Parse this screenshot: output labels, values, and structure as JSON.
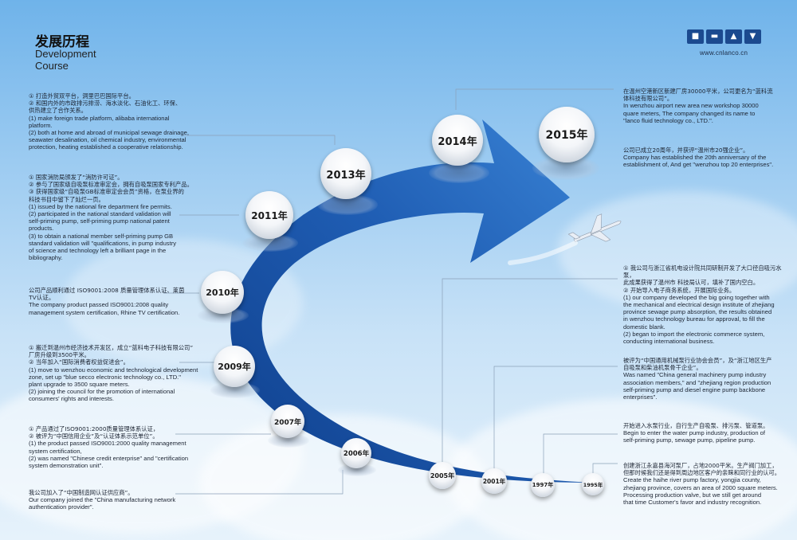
{
  "header": {
    "title_cn": "发展历程",
    "title_en_line1": "Development",
    "title_en_line2": "Course",
    "url": "www.cnlanco.cn",
    "logo_icons": [
      "pump-icon",
      "motor-icon",
      "valve-icon",
      "pipe-icon"
    ]
  },
  "years": [
    "2015年",
    "2014年",
    "2013年",
    "2011年",
    "2010年",
    "2009年",
    "2007年",
    "2006年",
    "2005年",
    "2001年",
    "1997年",
    "1995年"
  ],
  "colors": {
    "arrow": "#1f5db3",
    "arrow_light": "#3a84d6",
    "leader_line": "#8aa0b8"
  },
  "notes_left": [
    {
      "lines": [
        "① 打造外贸双平台，洞里巴巴国际平台。",
        "② 和国内外的市政排污排涝、海水淡化、石油化工、环保、",
        "    供热建立了合作关系。",
        "(1) make foreign trade platform, alibaba international",
        "     platform.",
        "(2) both at home and abroad of municipal sewage drainage,",
        "     seawater desalination, oil chemical industry, environmental",
        "     protection, heating established a cooperative relationship."
      ]
    },
    {
      "lines": [
        "① 国家消防局颁发了“消防许可证”。",
        "② 参与了国家级自吸泵标准审定会，拥有自吸泵国家专利产品。",
        "③ 获得国家级“自吸泵GB标准审定会会员”资格，在泵业界的",
        "    科技书目中留下了灿烂一页。",
        "(1) issued by the national fire department fire permits.",
        "(2) participated in the national standard validation will",
        "     self-priming pump, self-priming pump national patent",
        "     products.",
        "(3) to obtain a national member self-priming pump GB",
        "     standard validation will \"qualifications, in pump industry",
        "     of science and technology left a brilliant page in the",
        "     bibliography."
      ]
    },
    {
      "lines": [
        "公司产品顺利通过 ISO9001:2008 质量管理体系认证、莱茵",
        "TV认证。",
        "The company product passed ISO9001:2008 quality",
        "management system certification, Rhine TV certification."
      ]
    },
    {
      "lines": [
        "① 搬迁到温州市经济技术开发区，成立“蓝科电子科技有限公司”",
        "    厂房升级到3500平米。",
        "② 当年加入“国际消费者权益促进会”。",
        "(1) move to wenzhou economic and technological development",
        "     zone, set up \"blue secco electronic technology co., LTD.\"",
        "     plant upgrade to 3500 square meters.",
        "(2) joining the council for the promotion of international",
        "     consumers' rights and interests."
      ]
    },
    {
      "lines": [
        "① 产品通过了ISO9001:2000质量管理体系认证，",
        "② 被评为“中国信用企业”及“认证体系示范单位”。",
        "(1) the product passed ISO9001:2000 quality management",
        "     system certification,",
        "(2) was named \"Chinese credit enterprise\" and \"certification",
        "     system demonstration unit\"."
      ]
    },
    {
      "lines": [
        "我公司加入了“中国制造网认证供应商”。",
        "Our company joined the \"China manufacturing network",
        "authentication provider\"."
      ]
    }
  ],
  "notes_right": [
    {
      "lines": [
        "在温州空港新区新建厂房30000平米，公司更名为“蓝科流",
        "体科技有限公司”。",
        "In wenzhou airport new area new workshop 30000",
        "quare meters, The company changed its name to",
        "\"lanco fluid technology co., LTD.\"."
      ]
    },
    {
      "lines": [
        "公司已成立20周年，并获评“温州市20强企业”。",
        "Company has established the 20th anniversary of the",
        "establishment of, And get \"wenzhou top 20 enterprises\"."
      ]
    },
    {
      "lines": [
        "① 我公司与浙江省机电设计院共同研制开发了大口径自吸污水泵，",
        "    此成果获得了温州市 科技局认可，填补了国内空白。",
        "② 开始导入电子商务系统，开展国际业务。",
        "(1) our company developed the big going together with",
        "     the mechanical and electrical design institute of zhejiang",
        "     province sewage pump absorption, the results obtained",
        "     in wenzhou technology bureau for approval, to fill the",
        "     domestic blank.",
        "(2) began to import the electronic commerce system,",
        "     conducting international business."
      ]
    },
    {
      "lines": [
        "被评为“中国通用机械泵行业协会会员”，及“浙江地区生产",
        "自吸泵和柴油机泵骨干企业”。",
        "Was named \"China general machinery pump industry",
        "association members,\" and \"zhejiang region production",
        "self-priming pump and diesel engine pump backbone",
        "enterprises\"."
      ]
    },
    {
      "lines": [
        "开始进入水泵行业，自行生产自吸泵、排污泵、管道泵。",
        "Begin to enter the water pump industry, production of",
        "self-priming pump, sewage pump, pipeline pump."
      ]
    },
    {
      "lines": [
        "创建浙江永嘉县海河泵厂，占地2000平米。生产阀门加工，",
        "但那时候我们还是得到周边地区客户的亲睐和同行业的认可。",
        "Create the haihe river pump factory, yongjia county,",
        "zhejiang province, covers an area of 2000 square meters.",
        "Processing production valve, but we still get around",
        "that time Customer's favor and industry recognition."
      ]
    }
  ]
}
